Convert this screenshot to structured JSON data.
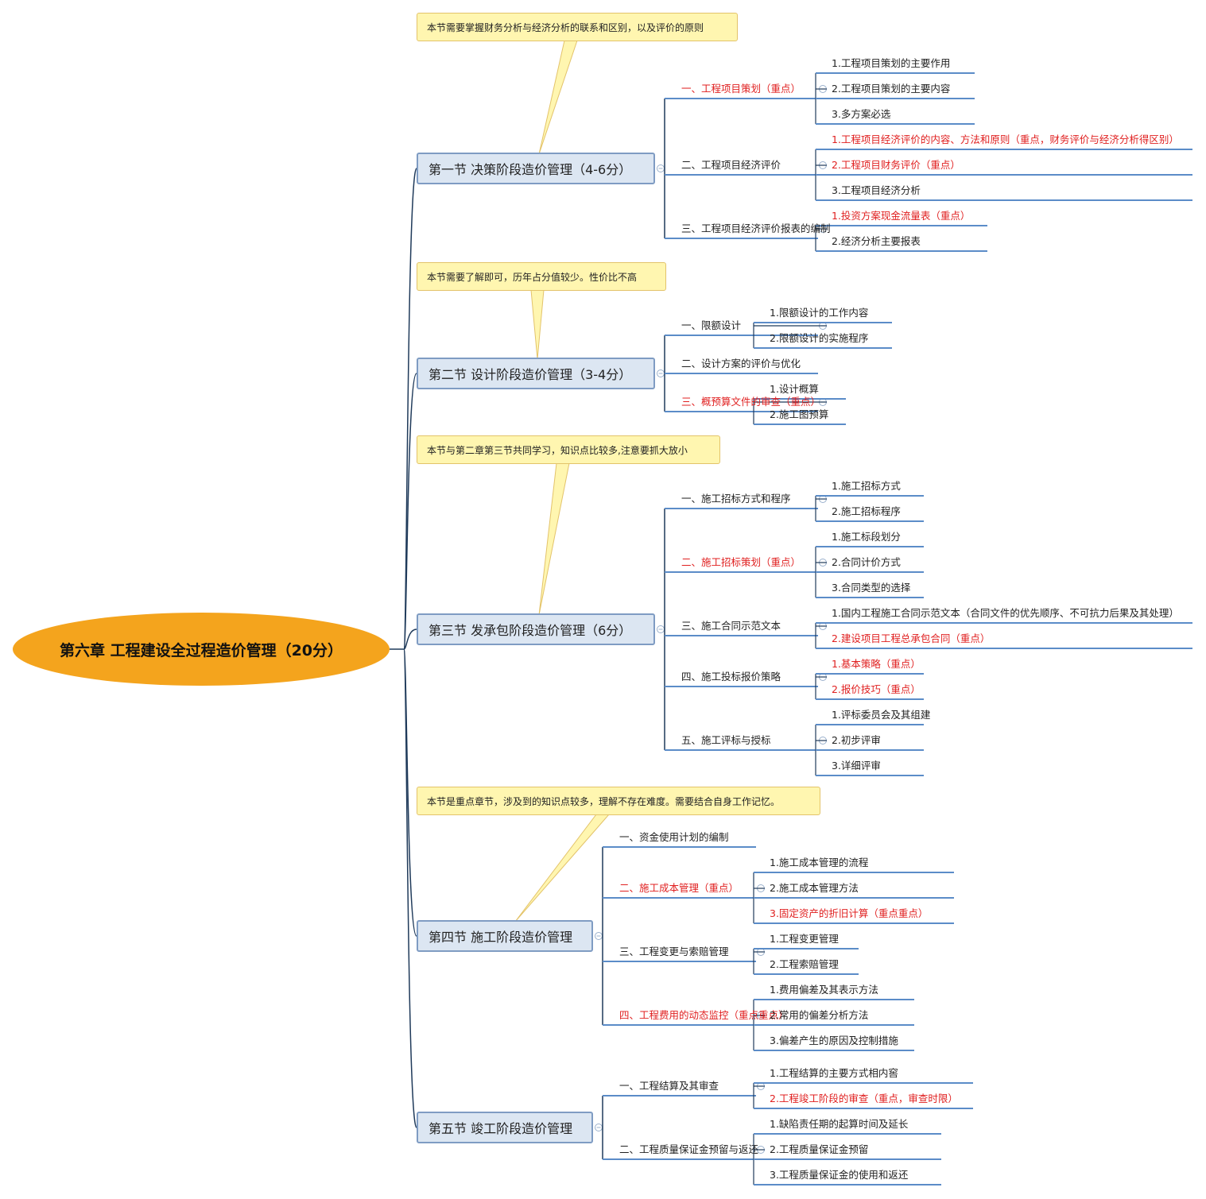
{
  "root": "第六章 工程建设全过程造价管理（20分）",
  "sections": [
    {
      "title": "第一节 决策阶段造价管理（4-6分）",
      "note": "本节需要掌握财务分析与经济分析的联系和区别，以及评价的原则",
      "topics": [
        {
          "label": "一、工程项目策划（重点）",
          "key": true,
          "items": [
            {
              "label": "1.工程项目策划的主要作用",
              "key": false
            },
            {
              "label": "2.工程项目策划的主要内容",
              "key": false
            },
            {
              "label": "3.多方案必选",
              "key": false
            }
          ]
        },
        {
          "label": "二、工程项目经济评价",
          "key": false,
          "items": [
            {
              "label": "1.工程项目经济评价的内容、方法和原则（重点，财务评价与经济分析得区别）",
              "key": true
            },
            {
              "label": "2.工程项目财务评价（重点）",
              "key": true
            },
            {
              "label": "3.工程项目经济分析",
              "key": false
            }
          ]
        },
        {
          "label": "三、工程项目经济评价报表的编制",
          "key": false,
          "items": [
            {
              "label": "1.投资方案现金流量表（重点）",
              "key": true
            },
            {
              "label": "2.经济分析主要报表",
              "key": false
            }
          ]
        }
      ]
    },
    {
      "title": "第二节 设计阶段造价管理（3-4分）",
      "note": "本节需要了解即可，历年占分值较少。性价比不高",
      "topics": [
        {
          "label": "一、限额设计",
          "key": false,
          "items": [
            {
              "label": "1.限额设计的工作内容",
              "key": false
            },
            {
              "label": "2.限额设计的实施程序",
              "key": false
            }
          ]
        },
        {
          "label": "二、设计方案的评价与优化",
          "key": false,
          "items": []
        },
        {
          "label": "三、概预算文件的审查（重点）",
          "key": true,
          "items": [
            {
              "label": "1.设计概算",
              "key": false
            },
            {
              "label": "2.施工图预算",
              "key": false
            }
          ]
        }
      ]
    },
    {
      "title": "第三节 发承包阶段造价管理（6分）",
      "note": "本节与第二章第三节共同学习，知识点比较多,注意要抓大放小",
      "topics": [
        {
          "label": "一、施工招标方式和程序",
          "key": false,
          "items": [
            {
              "label": "1.施工招标方式",
              "key": false
            },
            {
              "label": "2.施工招标程序",
              "key": false
            }
          ]
        },
        {
          "label": "二、施工招标策划（重点）",
          "key": true,
          "items": [
            {
              "label": "1.施工标段划分",
              "key": false
            },
            {
              "label": "2.合同计价方式",
              "key": false
            },
            {
              "label": "3.合同类型的选择",
              "key": false
            }
          ]
        },
        {
          "label": "三、施工合同示范文本",
          "key": false,
          "items": [
            {
              "label": "1.国内工程施工合同示范文本（合同文件的优先顺序、不可抗力后果及其处理）",
              "key": false
            },
            {
              "label": "2.建设项目工程总承包合同（重点）",
              "key": true
            }
          ]
        },
        {
          "label": "四、施工投标报价策略",
          "key": false,
          "items": [
            {
              "label": "1.基本策略（重点）",
              "key": true
            },
            {
              "label": "2.报价技巧（重点）",
              "key": true
            }
          ]
        },
        {
          "label": "五、施工评标与授标",
          "key": false,
          "items": [
            {
              "label": "1.评标委员会及其组建",
              "key": false
            },
            {
              "label": "2.初步评审",
              "key": false
            },
            {
              "label": "3.详细评审",
              "key": false
            }
          ]
        }
      ]
    },
    {
      "title": "第四节 施工阶段造价管理",
      "note": "本节是重点章节，涉及到的知识点较多，理解不存在难度。需要结合自身工作记忆。",
      "topics": [
        {
          "label": "一、资金使用计划的编制",
          "key": false,
          "items": []
        },
        {
          "label": "二、施工成本管理（重点）",
          "key": true,
          "items": [
            {
              "label": "1.施工成本管理的流程",
              "key": false
            },
            {
              "label": "2.施工成本管理方法",
              "key": false
            },
            {
              "label": "3.固定资产的折旧计算（重点重点）",
              "key": true
            }
          ]
        },
        {
          "label": "三、工程变更与索赔管理",
          "key": false,
          "items": [
            {
              "label": "1.工程变更管理",
              "key": false
            },
            {
              "label": "2.工程索赔管理",
              "key": false
            }
          ]
        },
        {
          "label": "四、工程费用的动态监控（重点重点）",
          "key": true,
          "items": [
            {
              "label": "1.费用偏差及其表示方法",
              "key": false
            },
            {
              "label": "2.常用的偏差分析方法",
              "key": false
            },
            {
              "label": "3.偏差产生的原因及控制措施",
              "key": false
            }
          ]
        }
      ]
    },
    {
      "title": "第五节 竣工阶段造价管理",
      "note": "",
      "topics": [
        {
          "label": "一、工程结算及其审查",
          "key": false,
          "items": [
            {
              "label": "1.工程结算的主要方式相内窖",
              "key": false
            },
            {
              "label": "2.工程竣工阶段的审查（重点，审查时限）",
              "key": true
            }
          ]
        },
        {
          "label": "二、工程质量保证金预留与返还",
          "key": false,
          "items": [
            {
              "label": "1.缺陷责任期的起算时间及延长",
              "key": false
            },
            {
              "label": "2.工程质量保证金预留",
              "key": false
            },
            {
              "label": "3.工程质量保证金的使用和返还",
              "key": false
            }
          ]
        }
      ]
    }
  ],
  "colors": {
    "root_fill": "#f4a41d",
    "section_fill": "#dce6f2",
    "section_border": "#7f9cc3",
    "note_fill": "#fff6b0",
    "note_border": "#e3c36a",
    "branch_line": "#1f3a5a",
    "underline": "#5b8cc8",
    "key_text": "#e02020"
  }
}
